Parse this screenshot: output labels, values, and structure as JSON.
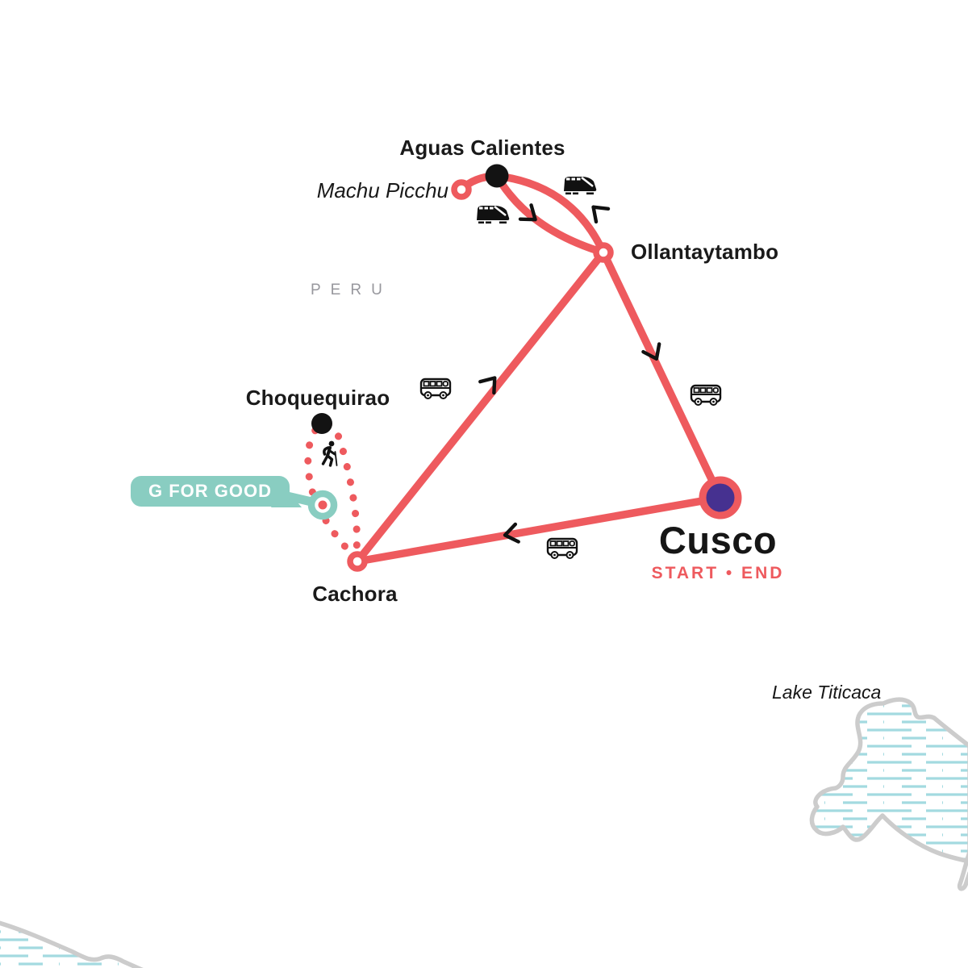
{
  "map": {
    "country_label": "PERU",
    "lake_label": "Lake Titicaca",
    "badge_label": "G FOR GOOD",
    "cities": {
      "aguas_calientes": {
        "label": "Aguas Calientes",
        "marker": "visited-black-dot"
      },
      "machu_picchu": {
        "label": "Machu Picchu",
        "marker": "open-circle"
      },
      "ollantaytambo": {
        "label": "Ollantaytambo",
        "marker": "open-circle"
      },
      "cusco": {
        "label": "Cusco",
        "sublabel": "START • END",
        "marker": "start-end-purple-dot"
      },
      "choquequirao": {
        "label": "Choquequirao",
        "marker": "visited-black-dot"
      },
      "cachora": {
        "label": "Cachora",
        "marker": "open-circle"
      }
    },
    "legs": [
      {
        "from": "Cusco",
        "to": "Cachora",
        "mode": "bus",
        "style": "solid"
      },
      {
        "from": "Cachora",
        "to": "Choquequirao",
        "mode": "hike",
        "style": "dotted-loop"
      },
      {
        "from": "Cachora",
        "to": "Ollantaytambo",
        "mode": "bus",
        "style": "solid"
      },
      {
        "from": "Ollantaytambo",
        "to": "Aguas Calientes",
        "mode": "train",
        "style": "solid-arc"
      },
      {
        "from": "Aguas Calientes",
        "to": "Ollantaytambo",
        "mode": "train",
        "style": "solid-arc"
      },
      {
        "from": "Aguas Calientes",
        "to": "Machu Picchu",
        "mode": "walk",
        "style": "solid"
      },
      {
        "from": "Ollantaytambo",
        "to": "Cusco",
        "mode": "bus",
        "style": "solid"
      }
    ],
    "icons": {
      "train": "train-icon",
      "bus": "bus-icon",
      "hike": "hiker-icon",
      "direction": "chevron-arrow-icon"
    },
    "colors": {
      "route": "#ee5a5e",
      "trek_dots": "#ee5a5e",
      "visited_dot": "#131313",
      "cusco_fill": "#463190",
      "badge_teal": "#89cdc1",
      "country_text": "#97979d",
      "subtitle_text": "#ee5a5e",
      "lake_outline": "#cccccc",
      "lake_hatch": "#a3dae0"
    }
  }
}
